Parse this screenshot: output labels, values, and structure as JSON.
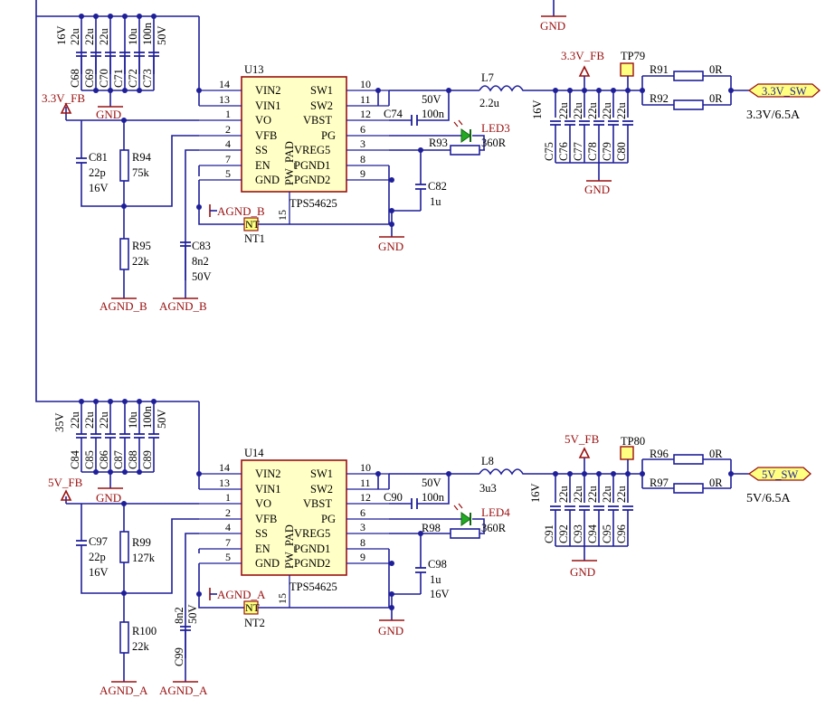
{
  "colors": {
    "wire": "#1f1f99",
    "chip_fill": "#ffffc6",
    "chip_border": "#9a1010",
    "net_label": "#9a1010",
    "port_fill": "#ffff80",
    "led": "#22aa22"
  },
  "top": {
    "input_caps": [
      "C68",
      "C69",
      "C70",
      "C71",
      "C72",
      "C73"
    ],
    "input_cap_values": [
      "22u",
      "22u",
      "22u",
      "10u",
      "100n",
      "50V"
    ],
    "input_voltage": "16V",
    "ic_ref": "U13",
    "ic_part": "TPS54625",
    "pad_label": "PW_PAD",
    "pad_pin": "15",
    "left_pins": [
      "VIN2",
      "VIN1",
      "VO",
      "VFB",
      "SS",
      "EN",
      "GND"
    ],
    "left_nums": [
      "14",
      "13",
      "1",
      "2",
      "4",
      "7",
      "5"
    ],
    "right_pins": [
      "SW1",
      "SW2",
      "VBST",
      "PG",
      "VREG5",
      "PGND1",
      "PGND2"
    ],
    "right_nums": [
      "10",
      "11",
      "12",
      "6",
      "3",
      "8",
      "9"
    ],
    "fb_net": "3.3V_FB",
    "gnd": "GND",
    "agnd": "AGND_B",
    "c81": "C81",
    "c81_val": "22p",
    "c81_v": "16V",
    "r94": "R94",
    "r94_val": "75k",
    "r95": "R95",
    "r95_val": "22k",
    "c83": "C83",
    "c83_val": "8n2",
    "c83_v": "50V",
    "c74": "C74",
    "c74_val": "100n",
    "c74_v": "50V",
    "led": "LED3",
    "r93": "R93",
    "r93_val": "360R",
    "c82": "C82",
    "c82_val": "1u",
    "nt": "NT1",
    "nt_sym": "NT",
    "ind": "L7",
    "ind_val": "2.2u",
    "tp": "TP79",
    "tp_net": "3.3V_FB",
    "out_caps": [
      "C75",
      "C76",
      "C77",
      "C78",
      "C79",
      "C80"
    ],
    "out_cap_values": [
      "22u",
      "22u",
      "22u",
      "22u",
      "22u"
    ],
    "out_voltage": "16V",
    "r_a": "R91",
    "r_a_val": "0R",
    "r_b": "R92",
    "r_b_val": "0R",
    "port": "3.3V_SW",
    "rating": "3.3V/6.5A"
  },
  "bottom": {
    "input_caps": [
      "C84",
      "C85",
      "C86",
      "C87",
      "C88",
      "C89"
    ],
    "input_cap_values": [
      "22u",
      "22u",
      "22u",
      "10u",
      "100n",
      "50V"
    ],
    "input_voltage": "35V",
    "ic_ref": "U14",
    "ic_part": "TPS54625",
    "pad_label": "PW_PAD",
    "pad_pin": "15",
    "left_pins": [
      "VIN2",
      "VIN1",
      "VO",
      "VFB",
      "SS",
      "EN",
      "GND"
    ],
    "left_nums": [
      "14",
      "13",
      "1",
      "2",
      "4",
      "7",
      "5"
    ],
    "right_pins": [
      "SW1",
      "SW2",
      "VBST",
      "PG",
      "VREG5",
      "PGND1",
      "PGND2"
    ],
    "right_nums": [
      "10",
      "11",
      "12",
      "6",
      "3",
      "8",
      "9"
    ],
    "fb_net": "5V_FB",
    "gnd": "GND",
    "agnd": "AGND_A",
    "c97": "C97",
    "c97_val": "22p",
    "c97_v": "16V",
    "r99": "R99",
    "r99_val": "127k",
    "r100": "R100",
    "r100_val": "22k",
    "c99": "C99",
    "c99_val": "8n2",
    "c99_v": "50V",
    "c90": "C90",
    "c90_val": "100n",
    "c90_v": "50V",
    "led": "LED4",
    "r98": "R98",
    "r98_val": "360R",
    "c98": "C98",
    "c98_val": "1u",
    "c98_v": "16V",
    "nt": "NT2",
    "nt_sym": "NT",
    "ind": "L8",
    "ind_val": "3u3",
    "tp": "TP80",
    "tp_net": "5V_FB",
    "out_caps": [
      "C91",
      "C92",
      "C93",
      "C94",
      "C95",
      "C96"
    ],
    "out_cap_values": [
      "22u",
      "22u",
      "22u",
      "22u",
      "22u"
    ],
    "out_voltage": "16V",
    "r_a": "R96",
    "r_a_val": "0R",
    "r_b": "R97",
    "r_b_val": "0R",
    "port": "5V_SW",
    "rating": "5V/6.5A"
  },
  "top_gnd_label": "GND"
}
